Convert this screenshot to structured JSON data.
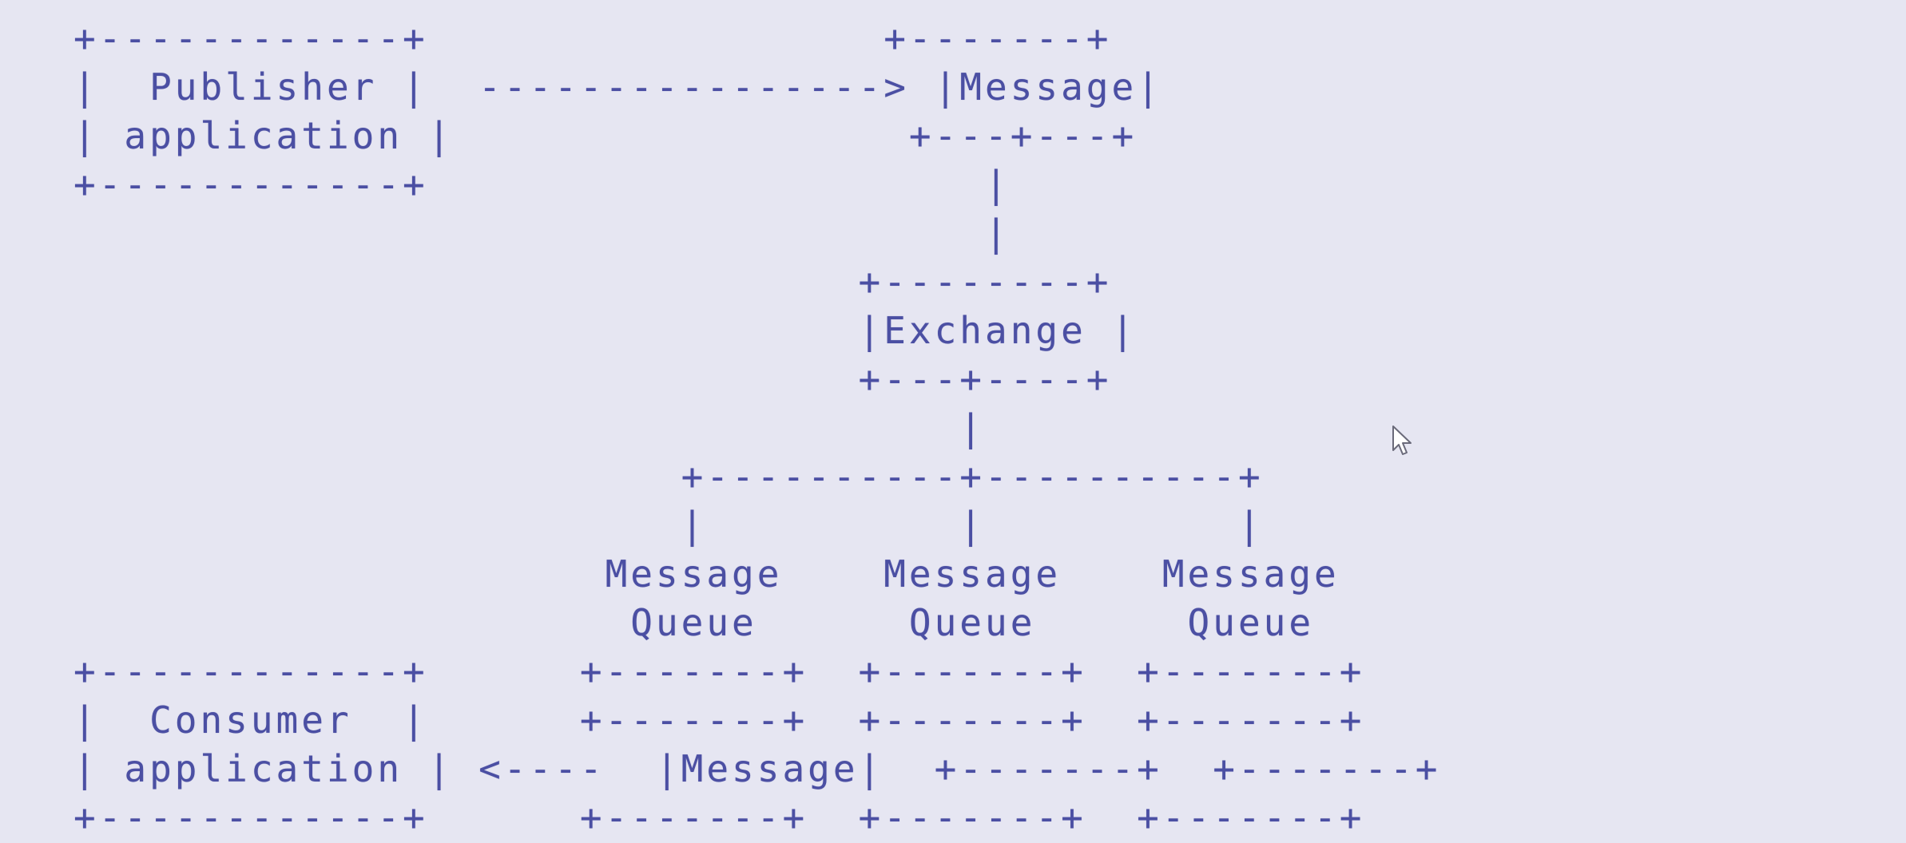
{
  "diagram": {
    "title": "",
    "ascii_lines": [
      "+------------+                  +-------+",
      "|  Publisher |  ----------------> |Message|",
      "| application |                  +---+---+",
      "+------------+                      |",
      "                                    |",
      "                               +--------+",
      "                               |Exchange |",
      "                               +---+----+",
      "                                   |",
      "                        +----------+----------+",
      "                        |          |          |",
      "                     Message    Message    Message",
      "                      Queue      Queue      Queue",
      "+------------+      +-------+  +-------+  +-------+",
      "|  Consumer  |      +-------+  +-------+  +-------+",
      "| application | <----  |Message|  +-------+  +-------+",
      "+------------+      +-------+  +-------+  +-------+"
    ],
    "nodes": [
      {
        "id": "publisher",
        "label": "Publisher application"
      },
      {
        "id": "message-top",
        "label": "Message"
      },
      {
        "id": "exchange",
        "label": "Exchange"
      },
      {
        "id": "queue-1",
        "label": "Message Queue"
      },
      {
        "id": "queue-2",
        "label": "Message Queue"
      },
      {
        "id": "queue-3",
        "label": "Message Queue"
      },
      {
        "id": "consumer",
        "label": "Consumer application"
      },
      {
        "id": "message-bottom",
        "label": "Message"
      }
    ],
    "edges": [
      {
        "from": "publisher",
        "to": "message-top",
        "style": "dashed-arrow"
      },
      {
        "from": "message-top",
        "to": "exchange",
        "style": "line"
      },
      {
        "from": "exchange",
        "to": "queue-1",
        "style": "line"
      },
      {
        "from": "exchange",
        "to": "queue-2",
        "style": "line"
      },
      {
        "from": "exchange",
        "to": "queue-3",
        "style": "line"
      },
      {
        "from": "message-bottom",
        "to": "consumer",
        "style": "dashed-arrow"
      }
    ],
    "colors": {
      "background": "#e6e6f2",
      "text": "#4b4fa3",
      "cursor_fill": "#ffffff",
      "cursor_stroke": "#6a6a7a"
    },
    "cursor_icon": "mouse-pointer-icon"
  }
}
